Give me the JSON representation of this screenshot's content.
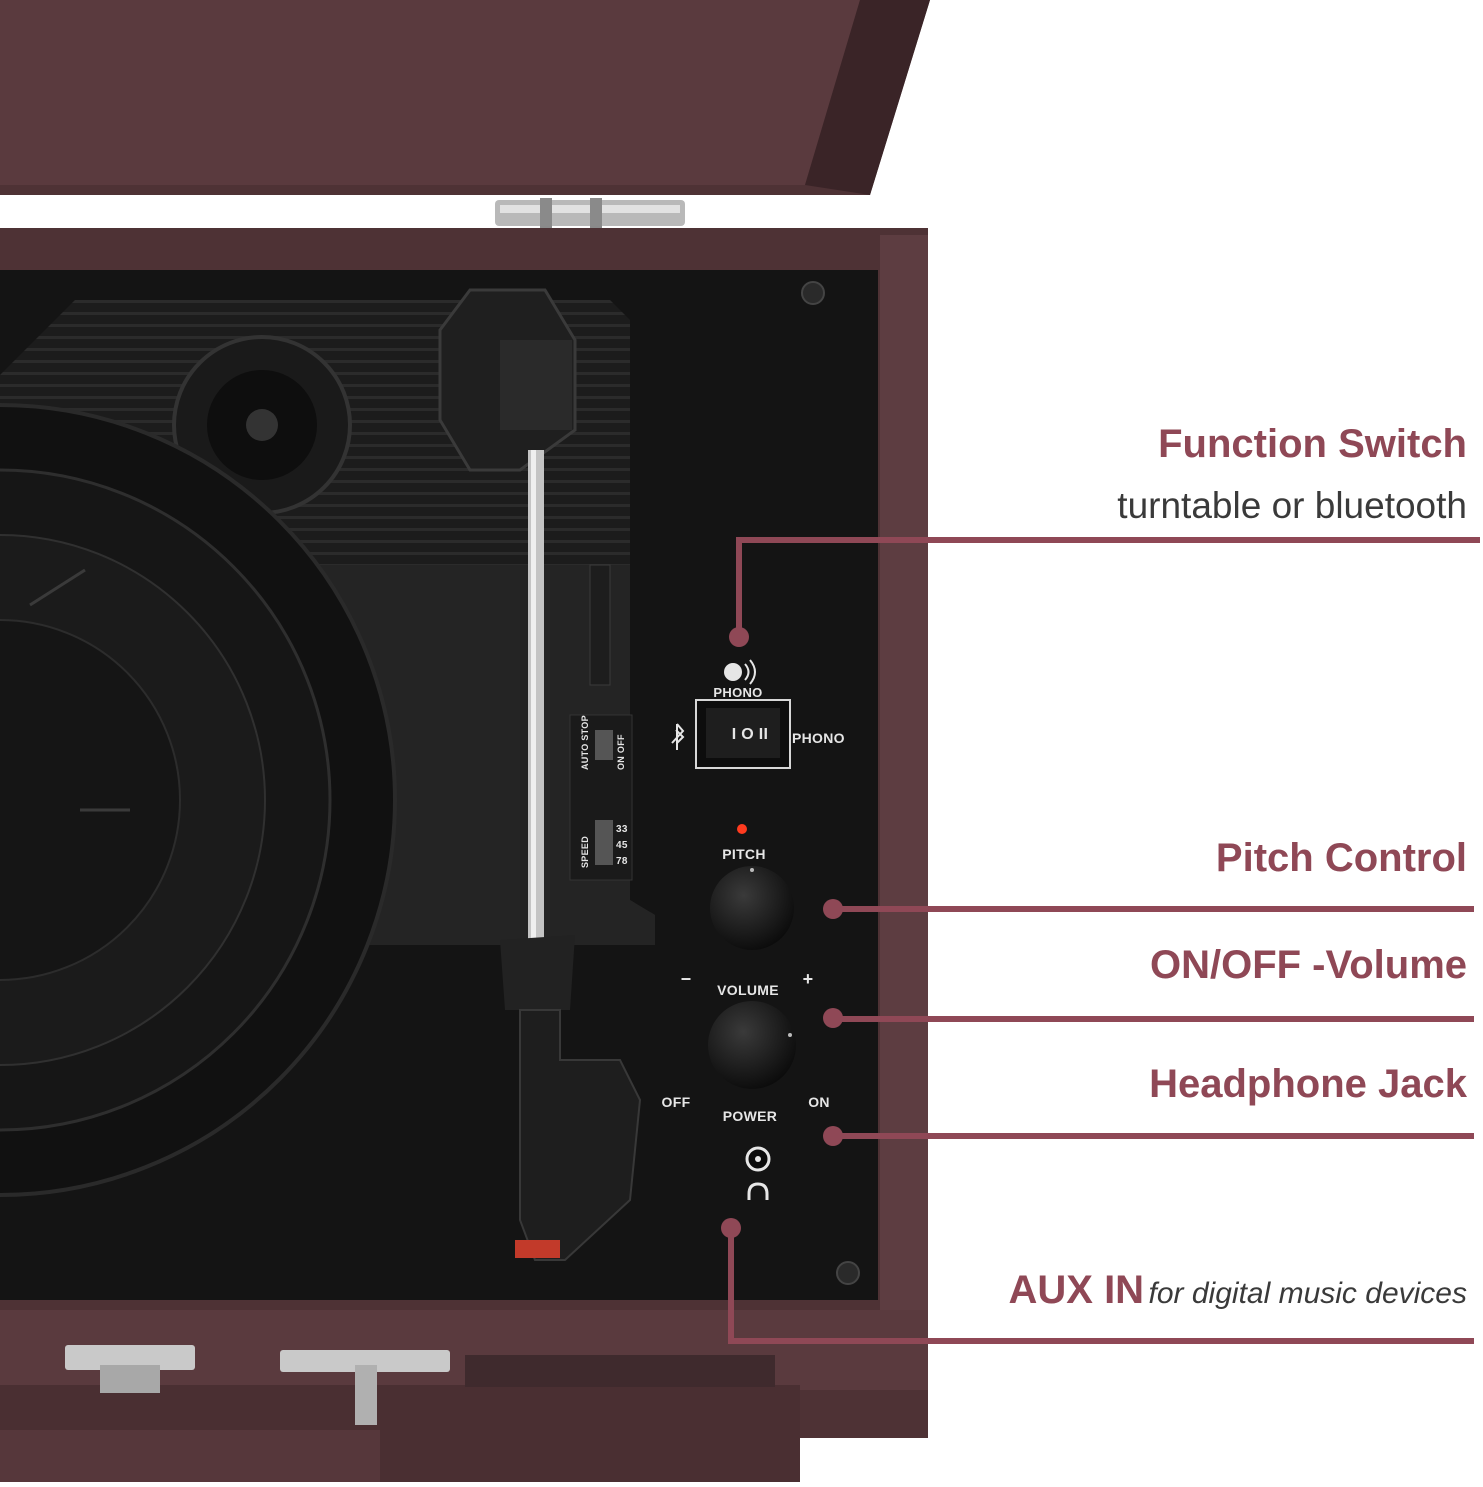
{
  "colors": {
    "accent": "#8f4856",
    "case": "#4e3235",
    "case_dark": "#3a2427",
    "panel": "#141414",
    "led": "#ff3b1f"
  },
  "device": {
    "switch_top_label": "PHONO",
    "switch_right_label": "PHONO",
    "switch_face": "I O II",
    "pitch_label": "PITCH",
    "volume_label": "VOLUME",
    "minus": "−",
    "plus": "+",
    "off_label": "OFF",
    "on_label": "ON",
    "power_label": "POWER",
    "auto_stop_label": "AUTO STOP",
    "on_off_label": "ON OFF",
    "speed_label": "SPEED",
    "speeds": [
      "33",
      "45",
      "78"
    ],
    "icons": [
      "bluetooth-icon",
      "headphone-icon",
      "aux-jack-icon"
    ]
  },
  "callouts": {
    "function_switch": {
      "title": "Function Switch",
      "subtitle": "turntable or bluetooth"
    },
    "pitch_control": {
      "title": "Pitch Control"
    },
    "volume": {
      "title": "ON/OFF -Volume"
    },
    "headphone": {
      "title": "Headphone Jack"
    },
    "aux": {
      "title": "AUX IN",
      "subtitle": "for digital music devices"
    }
  }
}
